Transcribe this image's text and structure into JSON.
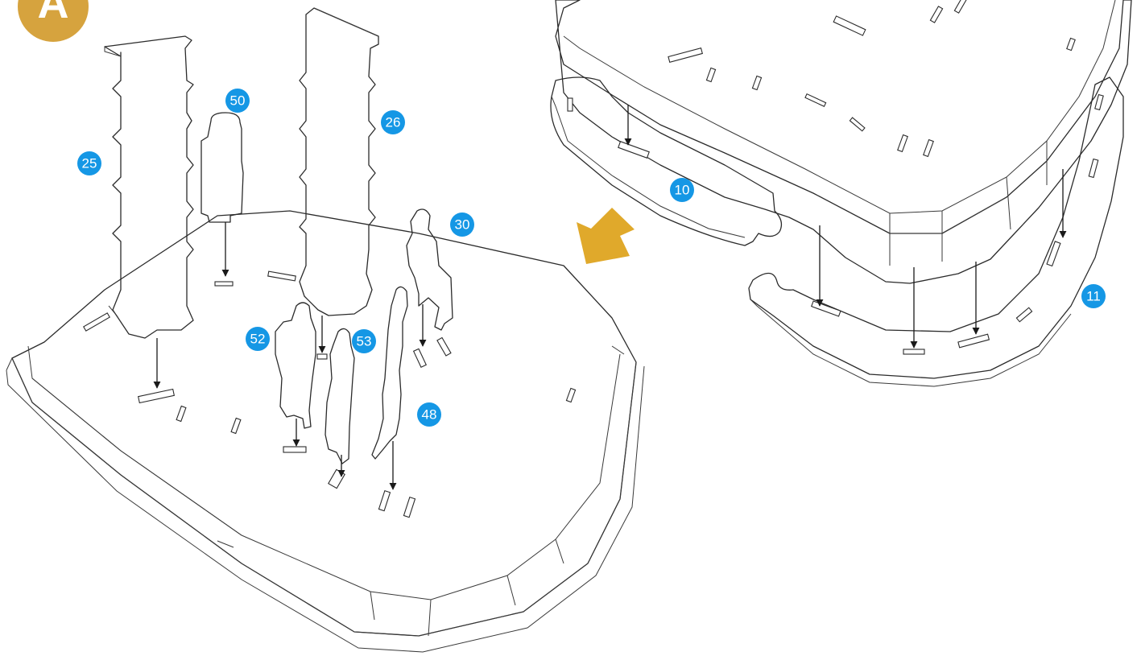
{
  "step_marker": {
    "label": "A",
    "color": "#d6a33e"
  },
  "direction_arrow": {
    "color": "#e0a92b"
  },
  "callout_color": "#1597e5",
  "parts": [
    {
      "number": "25",
      "color": "#f5ccb4"
    },
    {
      "number": "50",
      "color": "#fbf6cc"
    },
    {
      "number": "26",
      "color": "#c8c2e6"
    },
    {
      "number": "30",
      "color": "#cfe6cf"
    },
    {
      "number": "52",
      "color": "#a7d6f2"
    },
    {
      "number": "53",
      "color": "#dcb7c4"
    },
    {
      "number": "48",
      "color": "#f7cf96"
    },
    {
      "number": "10",
      "color": "#f7cf96"
    },
    {
      "number": "11",
      "color": "#cfe6cf"
    }
  ]
}
